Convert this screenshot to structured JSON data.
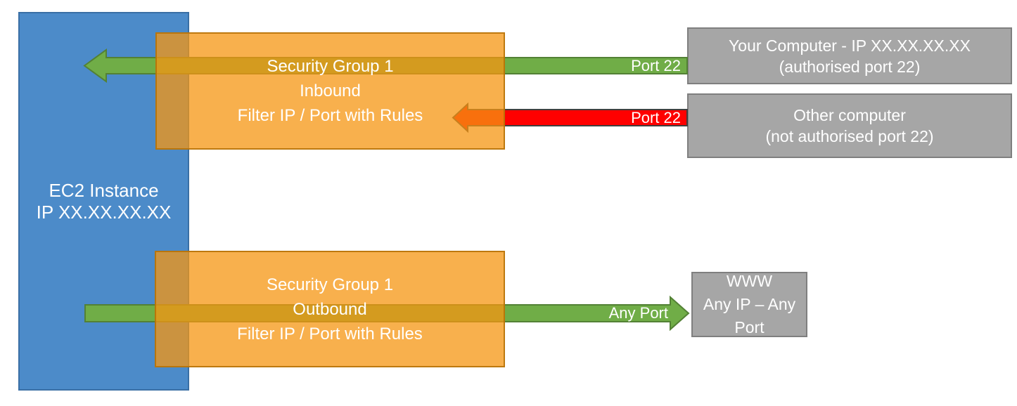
{
  "diagram": {
    "ec2": {
      "line1": "EC2 Instance",
      "line2": "IP XX.XX.XX.XX"
    },
    "sg_inbound": {
      "line1": "Security Group 1",
      "line2": "Inbound",
      "line3": "Filter IP / Port with Rules"
    },
    "sg_outbound": {
      "line1": "Security Group 1",
      "line2": "Outbound",
      "line3": "Filter IP / Port with Rules"
    },
    "your_computer": {
      "line1": "Your Computer - IP XX.XX.XX.XX",
      "line2": "(authorised port 22)"
    },
    "other_computer": {
      "line1": "Other computer",
      "line2": "(not authorised port 22)"
    },
    "www": {
      "line1": "WWW",
      "line2": "Any IP – Any Port"
    },
    "labels": {
      "inbound_allowed_port": "Port 22",
      "inbound_blocked_port": "Port 22",
      "outbound_port": "Any Port"
    },
    "colors": {
      "instance_blue": "#4C8BC9",
      "security_group_orange": "#F79612",
      "allowed_green": "#70AD47",
      "blocked_red": "#FF0000",
      "external_gray": "#A6A6A6"
    }
  }
}
